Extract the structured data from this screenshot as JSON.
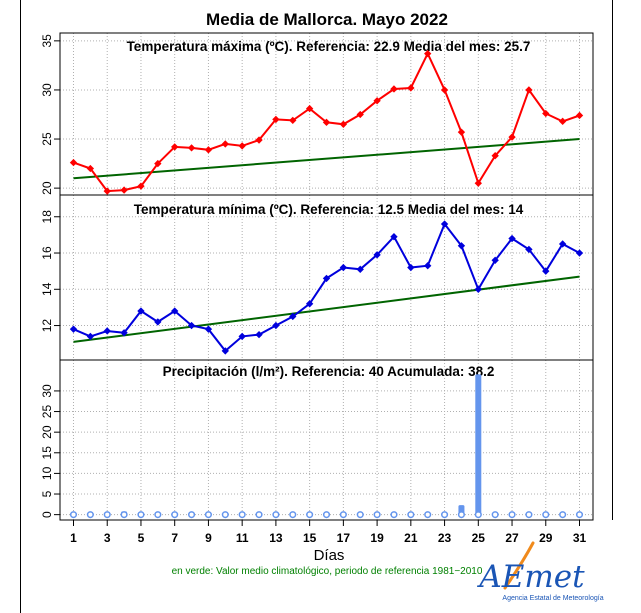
{
  "figure": {
    "title": "Media de Mallorca.  Mayo 2022",
    "xlabel": "Días",
    "footnote": "en verde: Valor medio climatológico, periodo de referencia 1981−2010",
    "logo": {
      "text": "AEmet",
      "subtitle": "Agencia Estatal de Meteorología"
    }
  },
  "colors": {
    "max": "#ff0000",
    "min": "#0000dd",
    "precip": "#6495ed",
    "reference": "#006400",
    "footnote": "#008000",
    "logo_text": "#1a55b5",
    "logo_accent": "#f08a1c"
  },
  "chart_data": [
    {
      "type": "line",
      "title": "Temperatura máxima (ºC). Referencia:  22.9   Media del mes:  25.7",
      "x": [
        1,
        2,
        3,
        4,
        5,
        6,
        7,
        8,
        9,
        10,
        11,
        12,
        13,
        14,
        15,
        16,
        17,
        18,
        19,
        20,
        21,
        22,
        23,
        24,
        25,
        26,
        27,
        28,
        29,
        30,
        31
      ],
      "series": [
        {
          "values": [
            22.6,
            22.0,
            19.7,
            19.8,
            20.2,
            22.5,
            24.2,
            24.1,
            23.9,
            24.5,
            24.3,
            24.9,
            27.0,
            26.9,
            28.1,
            26.7,
            26.5,
            27.5,
            28.9,
            30.1,
            30.2,
            33.7,
            30.0,
            25.7,
            20.5,
            23.3,
            25.2,
            30.0,
            27.6,
            26.8,
            27.4
          ]
        },
        {
          "values_line": [
            21.0,
            25.0
          ]
        }
      ],
      "ylim": [
        19.3,
        35.8
      ],
      "yticks": [
        20,
        25,
        30,
        35
      ],
      "grid": true
    },
    {
      "type": "line",
      "title": "Temperatura mínima (ºC). Referencia:  12.5   Media del mes:  14",
      "x": [
        1,
        2,
        3,
        4,
        5,
        6,
        7,
        8,
        9,
        10,
        11,
        12,
        13,
        14,
        15,
        16,
        17,
        18,
        19,
        20,
        21,
        22,
        23,
        24,
        25,
        26,
        27,
        28,
        29,
        30,
        31
      ],
      "series": [
        {
          "values": [
            11.8,
            11.4,
            11.7,
            11.6,
            12.8,
            12.2,
            12.8,
            12.0,
            11.8,
            10.6,
            11.4,
            11.5,
            12.0,
            12.5,
            13.2,
            14.6,
            15.2,
            15.1,
            15.9,
            16.9,
            15.2,
            15.3,
            17.6,
            16.4,
            14.0,
            15.6,
            16.8,
            16.2,
            15.0,
            16.5,
            16.0
          ]
        },
        {
          "values_line": [
            11.1,
            14.7
          ]
        }
      ],
      "ylim": [
        10.1,
        19.2
      ],
      "yticks": [
        12,
        14,
        16,
        18
      ],
      "grid": true
    },
    {
      "type": "bar",
      "title": "Precipitación (l/m²). Referencia:  40   Acumulada:  38.2",
      "x": [
        1,
        2,
        3,
        4,
        5,
        6,
        7,
        8,
        9,
        10,
        11,
        12,
        13,
        14,
        15,
        16,
        17,
        18,
        19,
        20,
        21,
        22,
        23,
        24,
        25,
        26,
        27,
        28,
        29,
        30,
        31
      ],
      "values": [
        0,
        0,
        0.6,
        0.8,
        0,
        0.6,
        0,
        0.6,
        0,
        0,
        0,
        0,
        0,
        0,
        0,
        0,
        0,
        0,
        0,
        0,
        0,
        0,
        0,
        2.3,
        34.0,
        0,
        0.5,
        0,
        0,
        0,
        0
      ],
      "ylim": [
        -1.3,
        37.5
      ],
      "yticks": [
        0,
        5,
        10,
        15,
        20,
        25,
        30
      ],
      "xticks": [
        1,
        3,
        5,
        7,
        9,
        11,
        13,
        15,
        17,
        19,
        21,
        23,
        25,
        27,
        29,
        31
      ],
      "xlabel": "Días",
      "grid": true
    }
  ]
}
